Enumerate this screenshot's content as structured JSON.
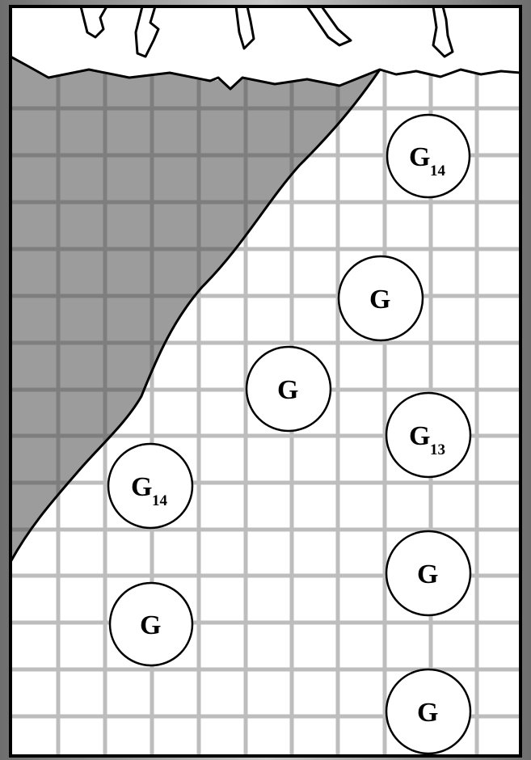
{
  "board": {
    "colors": {
      "frame_outer": "#9a9a9a",
      "frame_inner": "#000000",
      "floor": "#ffffff",
      "grid_line": "#bdbdbd",
      "shaded_area": "#9c9c9c",
      "shaded_grid_line": "#7e7e7e",
      "outline": "#000000",
      "token_fill": "#ffffff"
    }
  },
  "tokens": [
    {
      "id": "g14-top-right",
      "letter": "G",
      "sub": "14"
    },
    {
      "id": "g-upper-right",
      "letter": "G",
      "sub": ""
    },
    {
      "id": "g-center",
      "letter": "G",
      "sub": ""
    },
    {
      "id": "g13-right",
      "letter": "G",
      "sub": "13"
    },
    {
      "id": "g14-left",
      "letter": "G",
      "sub": "14"
    },
    {
      "id": "g-lower-right",
      "letter": "G",
      "sub": ""
    },
    {
      "id": "g-lower-left",
      "letter": "G",
      "sub": ""
    },
    {
      "id": "g-bottom-right",
      "letter": "G",
      "sub": ""
    }
  ]
}
